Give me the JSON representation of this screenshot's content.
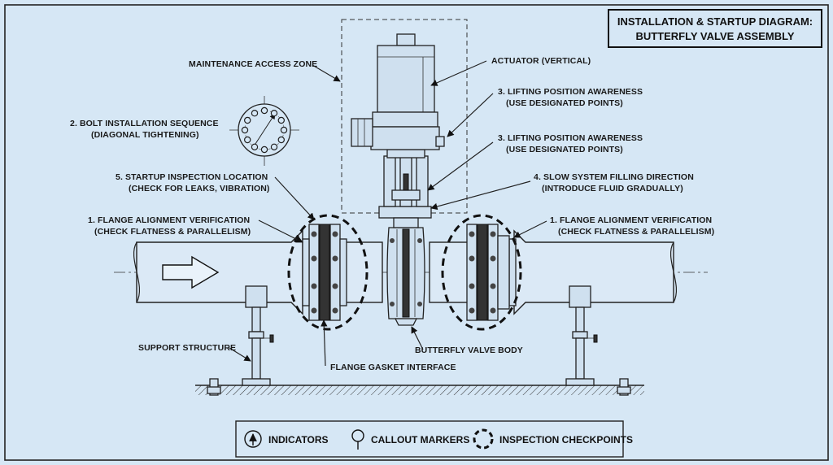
{
  "title": {
    "line1": "INSTALLATION & STARTUP DIAGRAM:",
    "line2": "BUTTERFLY VALVE ASSEMBLY"
  },
  "labels": {
    "maintenance_zone": "MAINTENANCE ACCESS ZONE",
    "actuator": "ACTUATOR (VERTICAL)",
    "lifting_1_line1": "3. LIFTING POSITION AWARENESS",
    "lifting_1_line2": "(USE DESIGNATED POINTS)",
    "lifting_2_line1": "3. LIFTING POSITION AWARENESS",
    "lifting_2_line2": "(USE DESIGNATED POINTS)",
    "bolt_line1": "2. BOLT INSTALLATION SEQUENCE",
    "bolt_line2": "(DIAGONAL TIGHTENING)",
    "startup_line1": "5. STARTUP INSPECTION LOCATION",
    "startup_line2": "(CHECK FOR LEAKS, VIBRATION)",
    "filling_line1": "4. SLOW SYSTEM FILLING DIRECTION",
    "filling_line2": "(INTRODUCE FLUID GRADUALLY)",
    "flange_left_line1": "1. FLANGE ALIGNMENT VERIFICATION",
    "flange_left_line2": "(CHECK FLATNESS & PARALLELISM)",
    "flange_right_line1": "1. FLANGE ALIGNMENT VERIFICATION",
    "flange_right_line2": "(CHECK FLATNESS & PARALLELISM)",
    "support": "SUPPORT STRUCTURE",
    "valve_body": "BUTTERFLY VALVE BODY",
    "gasket": "FLANGE GASKET INTERFACE"
  },
  "legend": {
    "indicators": "INDICATORS",
    "callout": "CALLOUT MARKERS",
    "inspection": "INSPECTION CHECKPOINTS"
  }
}
